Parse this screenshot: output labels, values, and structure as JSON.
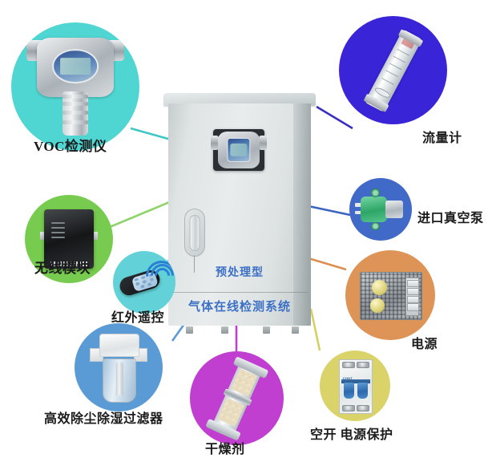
{
  "diagram": {
    "title": "预处理型气体在线检测系统",
    "background_color": "#ffffff"
  },
  "cabinet": {
    "name": "gas-detection-cabinet",
    "text_line1": "预处理型",
    "text_line2": "气体在线检测系统",
    "text_color": "#3b6fc4",
    "body_color": "#dfe4e4",
    "mounted_device": "voc-detector-unit"
  },
  "callouts": [
    {
      "id": "voc-detector",
      "label": "VOC检测仪",
      "circle_color": "#4fd6d2",
      "line_color": "#3fc6c6",
      "device": "voc-gas-detector"
    },
    {
      "id": "flow-meter",
      "label": "流量计",
      "circle_color": "#3a24d8",
      "line_color": "#3a2fc0",
      "device": "rotameter-flow-tube"
    },
    {
      "id": "vacuum-pump",
      "label": "进口真空泵",
      "circle_color": "#4169c8",
      "line_color": "#3c63c0",
      "device": "imported-vacuum-pump"
    },
    {
      "id": "power-supply",
      "label": "电源",
      "circle_color": "#dd9456",
      "line_color": "#de8f4e",
      "device": "switching-power-supply"
    },
    {
      "id": "circuit-breaker",
      "label": "空开  电源保护",
      "circle_color": "#d9d36a",
      "line_color": "#d6d062",
      "device": "miniature-circuit-breaker"
    },
    {
      "id": "desiccant",
      "label": "干燥剂",
      "circle_color": "#c13fd0",
      "line_color": "#c13fd0",
      "device": "desiccant-drying-tube"
    },
    {
      "id": "dust-humidity-filter",
      "label": "高效除尘除湿过滤器",
      "circle_color": "#5b9bd5",
      "line_color": "#5b9bd5",
      "device": "high-efficiency-filter"
    },
    {
      "id": "infrared-remote",
      "label": "红外遥控",
      "circle_color": "#62d2d8",
      "line_color": "#62d2d8",
      "device": "infrared-remote-control"
    },
    {
      "id": "wireless-module",
      "label": "无线模块",
      "circle_color": "#77cc4f",
      "line_color": "#8ed46a",
      "device": "wireless-transmission-module"
    }
  ]
}
